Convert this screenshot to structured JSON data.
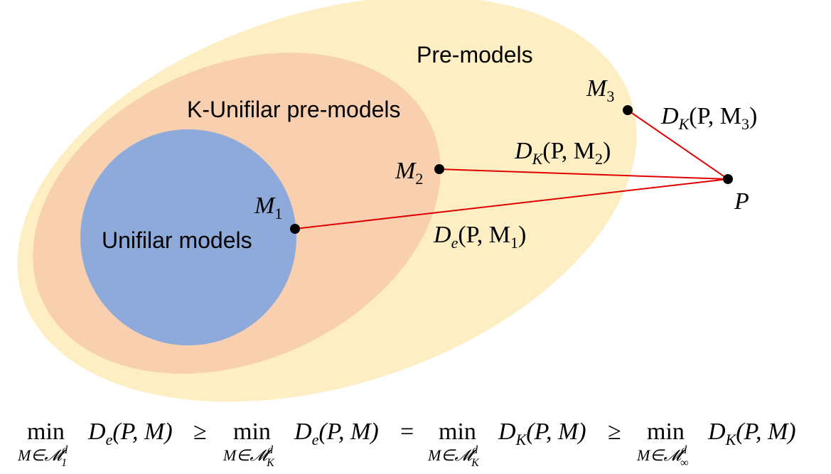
{
  "regions": {
    "pre_models": {
      "label": "Pre-models",
      "color": "#fdefc3"
    },
    "k_unifilar": {
      "label": "K-Unifilar pre-models",
      "color": "#f8d0b0"
    },
    "unifilar": {
      "label": "Unifilar models",
      "color": "#8eaadb"
    }
  },
  "points": {
    "m1": {
      "name": "M",
      "sub": "1"
    },
    "m2": {
      "name": "M",
      "sub": "2"
    },
    "m3": {
      "name": "M",
      "sub": "3"
    },
    "p": {
      "name": "P"
    }
  },
  "distances": {
    "d1": {
      "fn": "D",
      "sub": "e",
      "args": "(P, M",
      "argsub": "1",
      "close": ")"
    },
    "d2": {
      "fn": "D",
      "sub": "K",
      "args": "(P, M",
      "argsub": "2",
      "close": ")"
    },
    "d3": {
      "fn": "D",
      "sub": "K",
      "args": "(P, M",
      "argsub": "3",
      "close": ")"
    }
  },
  "line_color": "#e00000",
  "formula": {
    "terms": [
      {
        "op": "min",
        "under": "M∈𝓜",
        "under_sup": "d",
        "under_sub": "1",
        "fn": "D",
        "fn_sub": "e",
        "args": "(P, M)",
        "rel": "≥"
      },
      {
        "op": "min",
        "under": "M∈𝓜",
        "under_sup": "d",
        "under_sub": "K",
        "fn": "D",
        "fn_sub": "e",
        "args": "(P, M)",
        "rel": "="
      },
      {
        "op": "min",
        "under": "M∈𝓜",
        "under_sup": "d",
        "under_sub": "K",
        "fn": "D",
        "fn_sub": "K",
        "args": "(P, M)",
        "rel": "≥"
      },
      {
        "op": "min",
        "under": "M∈𝓜",
        "under_sup": "d",
        "under_sub": "∞",
        "fn": "D",
        "fn_sub": "K",
        "args": "(P, M)",
        "rel": ""
      }
    ]
  }
}
